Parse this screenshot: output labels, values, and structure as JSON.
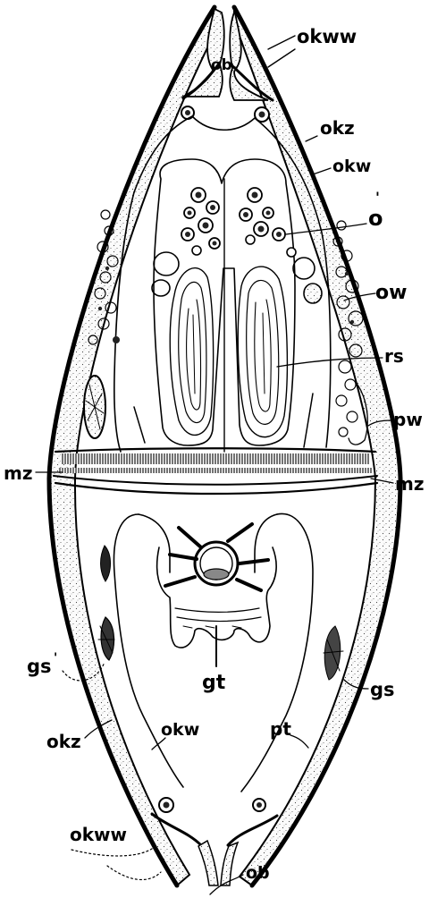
{
  "figure": {
    "labels": {
      "okww_top": "okww",
      "ob_top": "ob",
      "okz_top": "okz",
      "okw_top": "okw",
      "o_prime": "o",
      "ow": "ow",
      "rs": "rs",
      "pw": "pw",
      "mz_left": "mz",
      "mz_right": "mz",
      "gs_prime": "gs",
      "gs": "gs",
      "gt": "gt",
      "okz_bottom": "okz",
      "okw_bottom": "okw",
      "pt": "pt",
      "okww_bottom": "okww",
      "ob_bottom": "ob"
    }
  }
}
